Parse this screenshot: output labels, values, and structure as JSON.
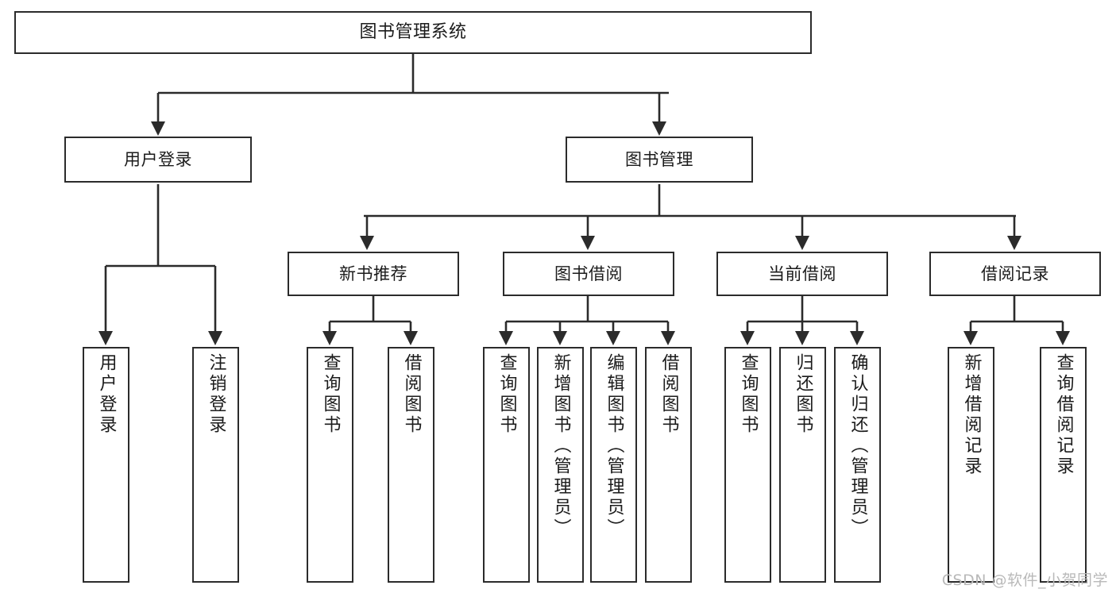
{
  "diagram": {
    "type": "tree",
    "title": "图书管理系统",
    "watermark": "CSDN @软件_小贺同学",
    "colors": {
      "stroke": "#2b2b2b",
      "fill": "#ffffff",
      "text": "#1b1b1b",
      "watermark": "#b9b9b9",
      "background": "#ffffff"
    },
    "nodes": {
      "root": {
        "label": "图书管理系统"
      },
      "level1": [
        {
          "id": "user-login",
          "label": "用户登录"
        },
        {
          "id": "book-manage",
          "label": "图书管理"
        }
      ],
      "level2": [
        {
          "id": "new-book-recommend",
          "label": "新书推荐",
          "parent": "book-manage"
        },
        {
          "id": "book-borrow",
          "label": "图书借阅",
          "parent": "book-manage"
        },
        {
          "id": "current-borrow",
          "label": "当前借阅",
          "parent": "book-manage"
        },
        {
          "id": "borrow-record",
          "label": "借阅记录",
          "parent": "book-manage"
        }
      ],
      "leaves": [
        {
          "id": "leaf-user-login",
          "label": "用户登录",
          "parent": "user-login"
        },
        {
          "id": "leaf-logout-login",
          "label": "注销登录",
          "parent": "user-login"
        },
        {
          "id": "leaf-query-book-1",
          "label": "查询图书",
          "parent": "new-book-recommend"
        },
        {
          "id": "leaf-borrow-book-1",
          "label": "借阅图书",
          "parent": "new-book-recommend"
        },
        {
          "id": "leaf-query-book-2",
          "label": "查询图书",
          "parent": "book-borrow"
        },
        {
          "id": "leaf-add-book",
          "label": "新增图书（管理员）",
          "parent": "book-borrow"
        },
        {
          "id": "leaf-edit-book",
          "label": "编辑图书（管理员）",
          "parent": "book-borrow"
        },
        {
          "id": "leaf-borrow-book-2",
          "label": "借阅图书",
          "parent": "book-borrow"
        },
        {
          "id": "leaf-query-book-3",
          "label": "查询图书",
          "parent": "current-borrow"
        },
        {
          "id": "leaf-return-book",
          "label": "归还图书",
          "parent": "current-borrow"
        },
        {
          "id": "leaf-confirm-return",
          "label": "确认归还（管理员）",
          "parent": "current-borrow"
        },
        {
          "id": "leaf-add-record",
          "label": "新增借阅记录",
          "parent": "borrow-record"
        },
        {
          "id": "leaf-query-record",
          "label": "查询借阅记录",
          "parent": "borrow-record"
        }
      ]
    }
  }
}
